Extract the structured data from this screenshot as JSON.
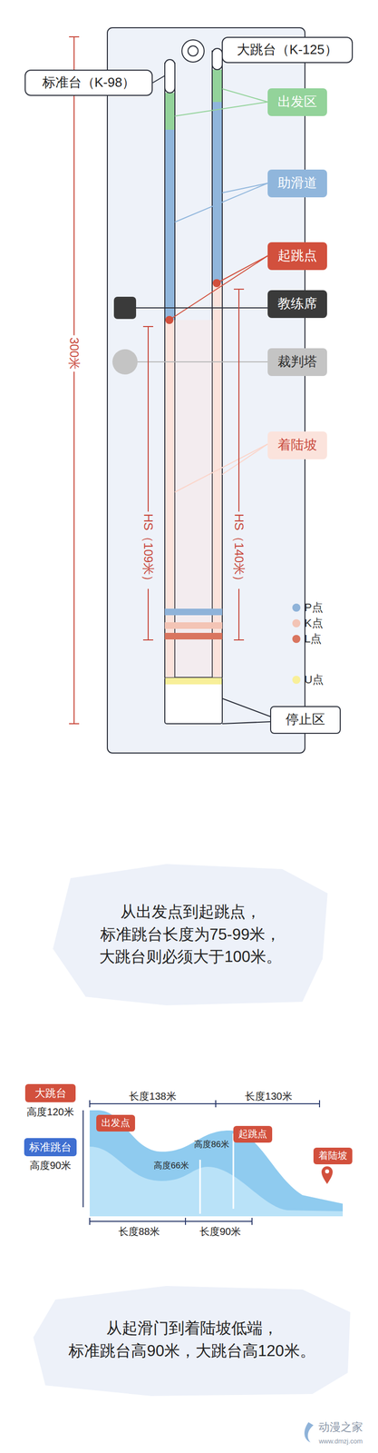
{
  "diagram": {
    "nodes": [
      {
        "text": [
          "大跳台（K-125）"
        ]
      },
      {
        "text": [
          "标准台（K-98）"
        ]
      },
      {
        "text": [
          "出发区"
        ]
      },
      {
        "text": [
          "助滑道"
        ]
      },
      {
        "text": [
          "起跳点"
        ]
      },
      {
        "text": [
          "教练席"
        ]
      },
      {
        "text": [
          "裁判塔"
        ]
      },
      {
        "text": [
          "着陆坡"
        ]
      },
      {
        "text": [
          "停止区"
        ]
      },
      {
        "text": [
          "从出发点到起跳点， 标准跳台长度为75-99米， 大跳台则必须大于100米。"
        ]
      },
      {
        "text": [
          "大跳台"
        ]
      },
      {
        "text": [
          "标准跳台"
        ]
      },
      {
        "text": [
          "出发点"
        ]
      },
      {
        "text": [
          "起跳点"
        ]
      },
      {
        "text": [
          "着陆坡"
        ]
      },
      {
        "text": [
          "从起滑门到着陆坡低端， 标准跳台高90米，大跳台高120米。"
        ]
      }
    ],
    "labels": [
      "300米",
      "HS（109米）",
      "HS（140米）",
      "长度138米",
      "长度130米",
      "高度120米",
      "高度90米",
      "高度86米",
      "高度66米",
      "长度88米",
      "长度90米",
      "动漫之家",
      "www.dmzj.com"
    ],
    "legend": [
      {
        "text": "P点",
        "color": "#8fb3d9"
      },
      {
        "text": "K点",
        "color": "#f3c4b5"
      },
      {
        "text": "L点",
        "color": "#d9755f"
      },
      {
        "text": "U点",
        "color": "#f8ef99"
      }
    ]
  }
}
